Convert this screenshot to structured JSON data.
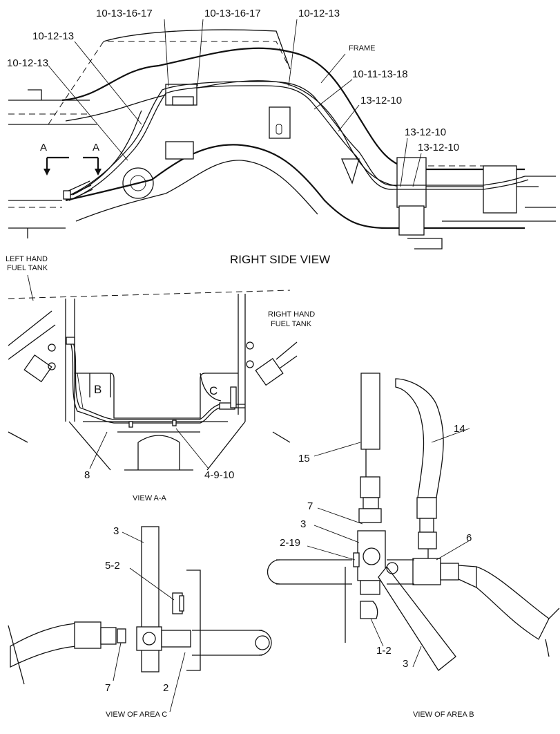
{
  "views": {
    "right_side": "RIGHT SIDE VIEW",
    "view_aa": "VIEW A-A",
    "area_c": "VIEW OF AREA C",
    "area_b": "VIEW OF AREA B"
  },
  "tank_labels": {
    "left_l1": "LEFT HAND",
    "left_l2": "FUEL TANK",
    "right_l1": "RIGHT HAND",
    "right_l2": "FUEL TANK",
    "frame": "FRAME"
  },
  "section_marks": {
    "a1": "A",
    "a2": "A",
    "b": "B",
    "c": "C"
  },
  "callouts": {
    "c1": "10-13-16-17",
    "c2": "10-13-16-17",
    "c3": "10-12-13",
    "c4": "10-12-13",
    "c5": "10-12-13",
    "c6": "10-11-13-18",
    "c7": "13-12-10",
    "c8": "13-12-10",
    "c9": "13-12-10",
    "c10": "8",
    "c11": "4-9-10",
    "c12": "15",
    "c13": "14",
    "c14": "7",
    "c15": "3",
    "c16": "2-19",
    "c17": "6",
    "c18": "1-2",
    "c19": "3",
    "c20": "3",
    "c21": "5-2",
    "c22": "7",
    "c23": "2"
  }
}
